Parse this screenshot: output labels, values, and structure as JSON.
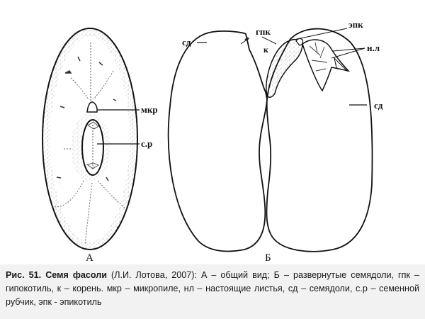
{
  "figure": {
    "panels": [
      {
        "id": "A",
        "label": "А",
        "title": "общий вид",
        "annotations": [
          {
            "key": "mkr",
            "label": "мкр"
          },
          {
            "key": "sr",
            "label": "с.р"
          }
        ]
      },
      {
        "id": "B",
        "label": "Б",
        "title": "развернутые семядоли",
        "annotations": [
          {
            "key": "sd_left",
            "label": "сд"
          },
          {
            "key": "gpk",
            "label": "гпк"
          },
          {
            "key": "k",
            "label": "к"
          },
          {
            "key": "epk",
            "label": "эпк"
          },
          {
            "key": "nl",
            "label": "н.л"
          },
          {
            "key": "sd_right",
            "label": "сд"
          }
        ]
      }
    ],
    "colors": {
      "ink": "#111111",
      "stipple": "#555555",
      "caption_bg": "#f2f2f2"
    }
  },
  "caption": {
    "prefix": "Рис. 51. Семя фасоли",
    "source": "(Л.И. Лотова, 2007): А – общий вид; Б – развернутые семядоли, гпк – гипокотиль, к – корень. мкр – микропиле, нл – настоящие листья, сд – семядоли, с.р – семенной рубчик, эпк - эпикотиль"
  }
}
